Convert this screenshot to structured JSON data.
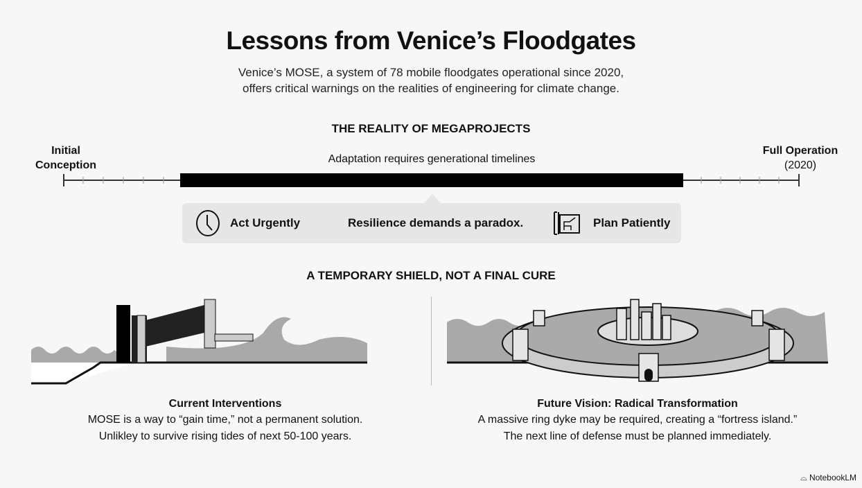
{
  "title": "Lessons from Venice’s Floodgates",
  "subtitle": [
    "Venice’s MOSE, a system of 78 mobile floodgates operational since 2020,",
    "offers critical warnings on the realities of engineering for climate change."
  ],
  "section1": {
    "heading": "THE REALITY OF MEGAPROJECTS",
    "start_label": [
      "Initial",
      "Conception"
    ],
    "end_label": [
      "Full Operation",
      "(2020)"
    ],
    "bar_caption": "Adaptation requires generational timelines",
    "paradox": {
      "left": "Act Urgently",
      "center": "Resilience demands a paradox.",
      "right": "Plan Patiently",
      "left_icon": "clock-icon",
      "right_icon": "blueprint-icon"
    }
  },
  "section2": {
    "heading": "A TEMPORARY SHIELD, NOT A FINAL CURE",
    "left": {
      "title": "Current Interventions",
      "lines": [
        "MOSE is a way to “gain time,” not a permanent solution.",
        "Unlikley to survive rising tides of next 50-100 years."
      ]
    },
    "right": {
      "title": "Future Vision: Radical Transformation",
      "lines": [
        "A massive ring dyke may be required, creating a “fortress island.”",
        "The next line of defense must be planned immediately."
      ]
    }
  },
  "watermark": "NotebookLM"
}
